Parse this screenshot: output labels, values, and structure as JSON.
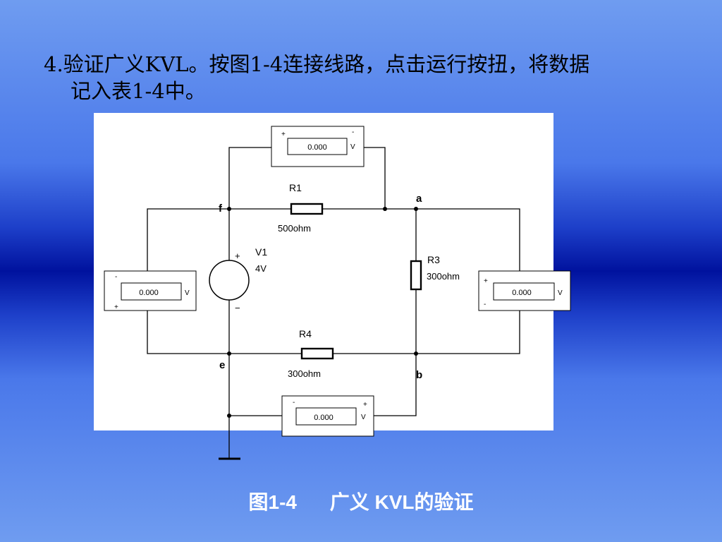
{
  "heading": {
    "line1": "4.验证广义KVL。按图1-4连接线路，点击运行按扭，将数据",
    "line2": "记入表1-4中。"
  },
  "caption": {
    "number": "图1-4",
    "text": "广义 KVL的验证"
  },
  "circuit": {
    "nodes": {
      "a": "a",
      "b": "b",
      "e": "e",
      "f": "f"
    },
    "r1": {
      "name": "R1",
      "value": "500ohm"
    },
    "r3": {
      "name": "R3",
      "value": "300ohm"
    },
    "r4": {
      "name": "R4",
      "value": "300ohm"
    },
    "v1": {
      "name": "V1",
      "value": "4V",
      "plus": "+",
      "minus": "−"
    },
    "meters": {
      "top": {
        "reading": "0.000",
        "unit": "V",
        "plus": "+",
        "minus": "-"
      },
      "left": {
        "reading": "0.000",
        "unit": "V",
        "plus": "+",
        "minus": "-"
      },
      "right": {
        "reading": "0.000",
        "unit": "V",
        "plus": "+",
        "minus": "-"
      },
      "bottom": {
        "reading": "0.000",
        "unit": "V",
        "plus": "+",
        "minus": "-"
      }
    }
  }
}
